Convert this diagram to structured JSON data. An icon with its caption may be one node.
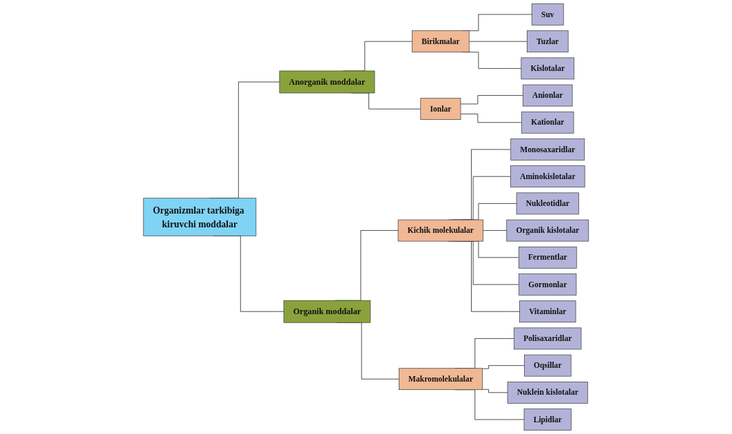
{
  "diagram": {
    "nodes": [
      {
        "text": [
          "Organizmlar tarkibiga kiruvchi moddalar"
        ]
      },
      {
        "text": [
          "Anorganik moddalar"
        ]
      },
      {
        "text": [
          "Organik moddalar"
        ]
      },
      {
        "text": [
          "Birikmalar"
        ]
      },
      {
        "text": [
          "Suv"
        ]
      },
      {
        "text": [
          "Tuzlar"
        ]
      },
      {
        "text": [
          "Kislotalar"
        ]
      },
      {
        "text": [
          "Ionlar"
        ]
      },
      {
        "text": [
          "Anionlar"
        ]
      },
      {
        "text": [
          "Kationlar"
        ]
      },
      {
        "text": [
          "Kichik molekulalar"
        ]
      },
      {
        "text": [
          "Monosaxaridlar"
        ]
      },
      {
        "text": [
          "Aminokislotalar"
        ]
      },
      {
        "text": [
          "Nukleotidlar"
        ]
      },
      {
        "text": [
          "Organik kislotalar"
        ]
      },
      {
        "text": [
          "Fermentlar"
        ]
      },
      {
        "text": [
          "Gormonlar"
        ]
      },
      {
        "text": [
          "Vitaminlar"
        ]
      },
      {
        "text": [
          "Makromolekulalar"
        ]
      },
      {
        "text": [
          "Polisaxaridlar"
        ]
      },
      {
        "text": [
          "Oqsillar"
        ]
      },
      {
        "text": [
          "Nuklein kislotalar"
        ]
      },
      {
        "text": [
          "Lipidlar"
        ]
      }
    ],
    "edges": [
      {
        "from": 0,
        "to": 1,
        "arrow": "none"
      },
      {
        "from": 0,
        "to": 2,
        "arrow": "none"
      },
      {
        "from": 1,
        "to": 3,
        "arrow": "none"
      },
      {
        "from": 1,
        "to": 7,
        "arrow": "none"
      },
      {
        "from": 3,
        "to": 4,
        "arrow": "none"
      },
      {
        "from": 3,
        "to": 5,
        "arrow": "none"
      },
      {
        "from": 3,
        "to": 6,
        "arrow": "none"
      },
      {
        "from": 7,
        "to": 8,
        "arrow": "none"
      },
      {
        "from": 7,
        "to": 9,
        "arrow": "none"
      },
      {
        "from": 2,
        "to": 10,
        "arrow": "none"
      },
      {
        "from": 2,
        "to": 18,
        "arrow": "none"
      },
      {
        "from": 10,
        "to": 11,
        "arrow": "none"
      },
      {
        "from": 10,
        "to": 12,
        "arrow": "none"
      },
      {
        "from": 10,
        "to": 13,
        "arrow": "none"
      },
      {
        "from": 10,
        "to": 14,
        "arrow": "none"
      },
      {
        "from": 10,
        "to": 15,
        "arrow": "none"
      },
      {
        "from": 10,
        "to": 16,
        "arrow": "none"
      },
      {
        "from": 10,
        "to": 17,
        "arrow": "none"
      },
      {
        "from": 18,
        "to": 19,
        "arrow": "none"
      },
      {
        "from": 18,
        "to": 20,
        "arrow": "none"
      },
      {
        "from": 18,
        "to": 21,
        "arrow": "none"
      },
      {
        "from": 18,
        "to": 22,
        "arrow": "none"
      }
    ]
  }
}
